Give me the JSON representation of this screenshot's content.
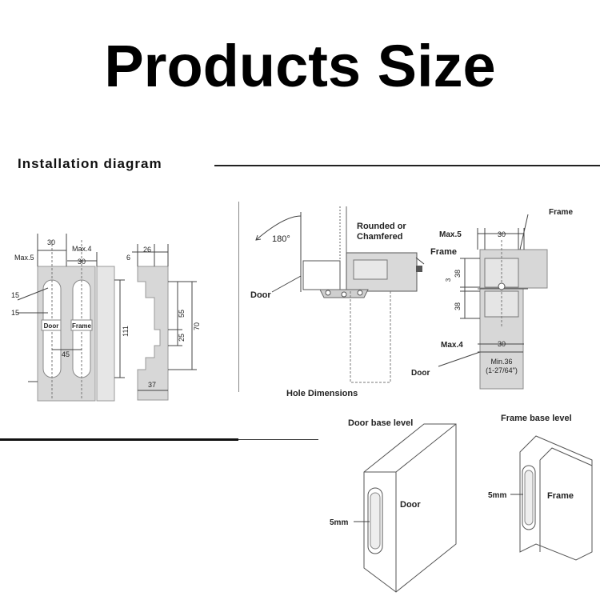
{
  "title": "Products Size",
  "section_title": "Installation diagram",
  "left_diagram": {
    "dim_30_a": "30",
    "max5": "Max.5",
    "max4": "Max.4",
    "dim_30_b": "30",
    "dim_6": "6",
    "dim_26": "26",
    "dim_15_a": "15",
    "dim_15_b": "15",
    "door_label": "Door",
    "frame_label": "Frame",
    "dim_45": "45",
    "dim_111": "111",
    "dim_55": "55",
    "dim_70": "70",
    "dim_25": "25",
    "dim_37": "37"
  },
  "middle_diagram": {
    "angle": "180°",
    "rounded": "Rounded or",
    "chamfered": "Chamfered",
    "frame_label": "Frame",
    "door_label": "Door",
    "hole_dimensions": "Hole Dimensions"
  },
  "right_diagram": {
    "frame_label": "Frame",
    "max5": "Max.5",
    "dim_30_top": "30",
    "dim_3": "3",
    "dim_38_a": "38",
    "dim_38_b": "38",
    "max4": "Max.4",
    "dim_30_bottom": "30",
    "door_label": "Door",
    "min36": "Min.36",
    "min36_inch": "(1-27/64\")"
  },
  "base_levels": {
    "door_base_title": "Door base level",
    "frame_base_title": "Frame base level",
    "door_5mm": "5mm",
    "door_label": "Door",
    "frame_5mm": "5mm",
    "frame_label": "Frame"
  }
}
